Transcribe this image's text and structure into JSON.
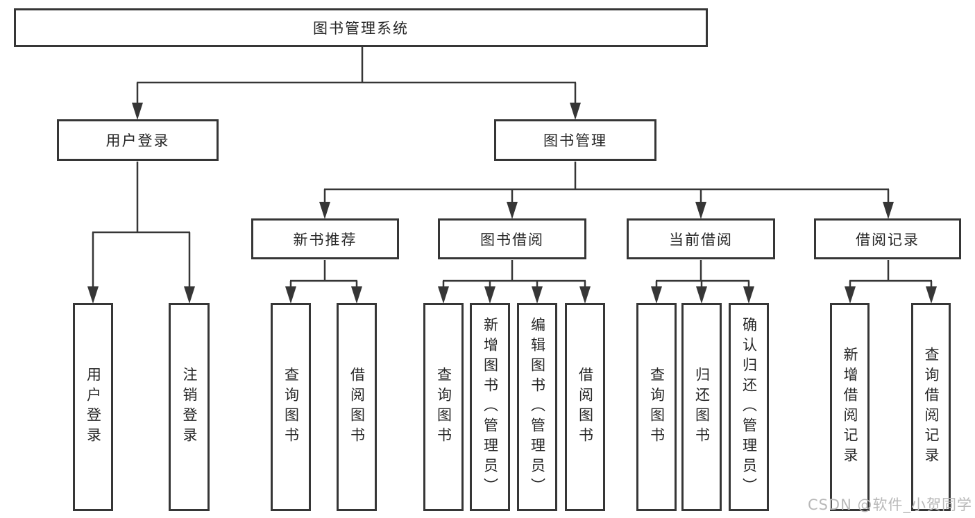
{
  "diagram": {
    "root": {
      "label": "图书管理系统"
    },
    "branches": [
      {
        "label": "用户登录",
        "children": [
          {
            "label": "用户登录"
          },
          {
            "label": "注销登录"
          }
        ]
      },
      {
        "label": "图书管理",
        "groups": [
          {
            "label": "新书推荐",
            "children": [
              {
                "label": "查询图书"
              },
              {
                "label": "借阅图书"
              }
            ]
          },
          {
            "label": "图书借阅",
            "children": [
              {
                "label": "查询图书"
              },
              {
                "label": "新增图书（管理员）"
              },
              {
                "label": "编辑图书（管理员）"
              },
              {
                "label": "借阅图书"
              }
            ]
          },
          {
            "label": "当前借阅",
            "children": [
              {
                "label": "查询图书"
              },
              {
                "label": "归还图书"
              },
              {
                "label": "确认归还（管理员）"
              }
            ]
          },
          {
            "label": "借阅记录",
            "children": [
              {
                "label": "新增借阅记录"
              },
              {
                "label": "查询借阅记录"
              }
            ]
          }
        ]
      }
    ]
  },
  "watermark": {
    "text": "CSDN @软件_小贺同学"
  },
  "colors": {
    "line": "#363636",
    "box_border": "#363636",
    "text": "#262626",
    "watermark": "#b9b9b9",
    "background": "#ffffff"
  }
}
